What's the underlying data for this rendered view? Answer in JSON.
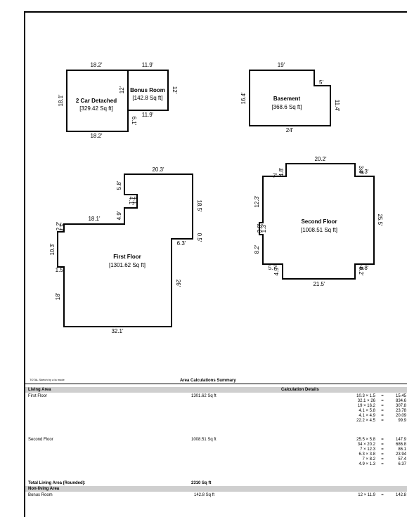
{
  "rooms": {
    "garage": {
      "name": "2 Car Detached",
      "area": "[329.42 Sq ft]"
    },
    "bonus": {
      "name": "Bonus Room",
      "area": "[142.8 Sq ft]"
    },
    "basement": {
      "name": "Basement",
      "area": "[368.6 Sq ft]"
    },
    "first": {
      "name": "First Floor",
      "area": "[1301.62 Sq ft]"
    },
    "second": {
      "name": "Second Floor",
      "area": "[1008.51 Sq ft]"
    }
  },
  "dims": {
    "garage_top": "18.2'",
    "garage_left": "18.1'",
    "garage_bottom": "18.2'",
    "bonus_top": "11.9'",
    "bonus_left": "12'",
    "bonus_right": "12'",
    "bonus_bottom": "11.9'",
    "bonus_side": "6.1'",
    "bsmt_top": "19'",
    "bsmt_step": "5'",
    "bsmt_right": "11.4'",
    "bsmt_left": "16.4'",
    "bsmt_bottom": "24'",
    "ff_top": "20.3'",
    "ff_58": "5.8'",
    "ff_41a": "4.1'",
    "ff_41b": "4.1'",
    "ff_49": "4.9'",
    "ff_181": "18.1'",
    "ff_185": "18.5'",
    "ff_05": "0.5'",
    "ff_63": "6.3'",
    "ff_26": "26'",
    "ff_22": "2.2'",
    "ff_45": "4.5'",
    "ff_103": "10.3'",
    "ff_15": "1.5'",
    "ff_18": "18'",
    "ff_bottom": "32.1'",
    "sf_top": "20.2'",
    "sf_7": "7'",
    "sf_48": "4.8'",
    "sf_38": "3.8'",
    "sf_63a": "6.3'",
    "sf_123": "12.3'",
    "sf_255": "25.5'",
    "sf_38b": "3.8'",
    "sf_13": "1.3'",
    "sf_82": "8.2'",
    "sf_57": "5.7'",
    "sf_49": "4.9'",
    "sf_68": "6.8'",
    "sf_82b": "8.2'",
    "sf_bottom": "21.5'"
  },
  "credit": "TOTAL Sketch by a la mode",
  "summary_title": "Area Calculations Summary",
  "table": {
    "living_header": "Living Area",
    "calc_header": "Calculation Details",
    "first_label": "First Floor",
    "first_value": "1301.62 Sq ft",
    "first_calcs": [
      {
        "e": "10.3 × 1.5",
        "r": "15.45"
      },
      {
        "e": "32.1 × 26",
        "r": "834.6"
      },
      {
        "e": "19 × 16.2",
        "r": "307.8"
      },
      {
        "e": "4.1 × 5.8",
        "r": "23.78"
      },
      {
        "e": "4.1 × 4.9",
        "r": "20.09"
      },
      {
        "e": "22.2 × 4.5",
        "r": "99.9"
      }
    ],
    "second_label": "Second Floor",
    "second_value": "1008.51 Sq ft",
    "second_calcs": [
      {
        "e": "25.5 × 5.8",
        "r": "147.9"
      },
      {
        "e": "34 × 20.2",
        "r": "686.8"
      },
      {
        "e": "7 × 12.3",
        "r": "86.1"
      },
      {
        "e": "6.3 × 3.8",
        "r": "23.94"
      },
      {
        "e": "7 × 8.2",
        "r": "57.4"
      },
      {
        "e": "4.9 × 1.3",
        "r": "6.37"
      }
    ],
    "total_label": "Total Living Area (Rounded):",
    "total_value": "2310 Sq ft",
    "nonliving_header": "Non-living Area",
    "bonus_label": "Bonus Room",
    "bonus_value": "142.8 Sq ft",
    "bonus_calcs": [
      {
        "e": "12 × 11.9",
        "r": "142.8"
      }
    ],
    "eq": "="
  }
}
